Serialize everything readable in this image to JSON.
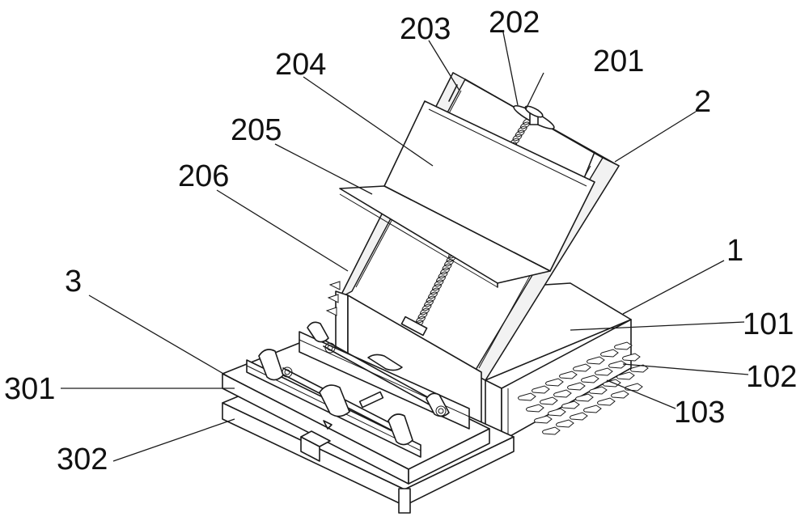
{
  "labels": {
    "l201": "201",
    "l202": "202",
    "l203": "203",
    "l204": "204",
    "l205": "205",
    "l206": "206",
    "l2": "2",
    "l1": "1",
    "l3": "3",
    "l101": "101",
    "l102": "102",
    "l103": "103",
    "l301": "301",
    "l302": "302"
  }
}
